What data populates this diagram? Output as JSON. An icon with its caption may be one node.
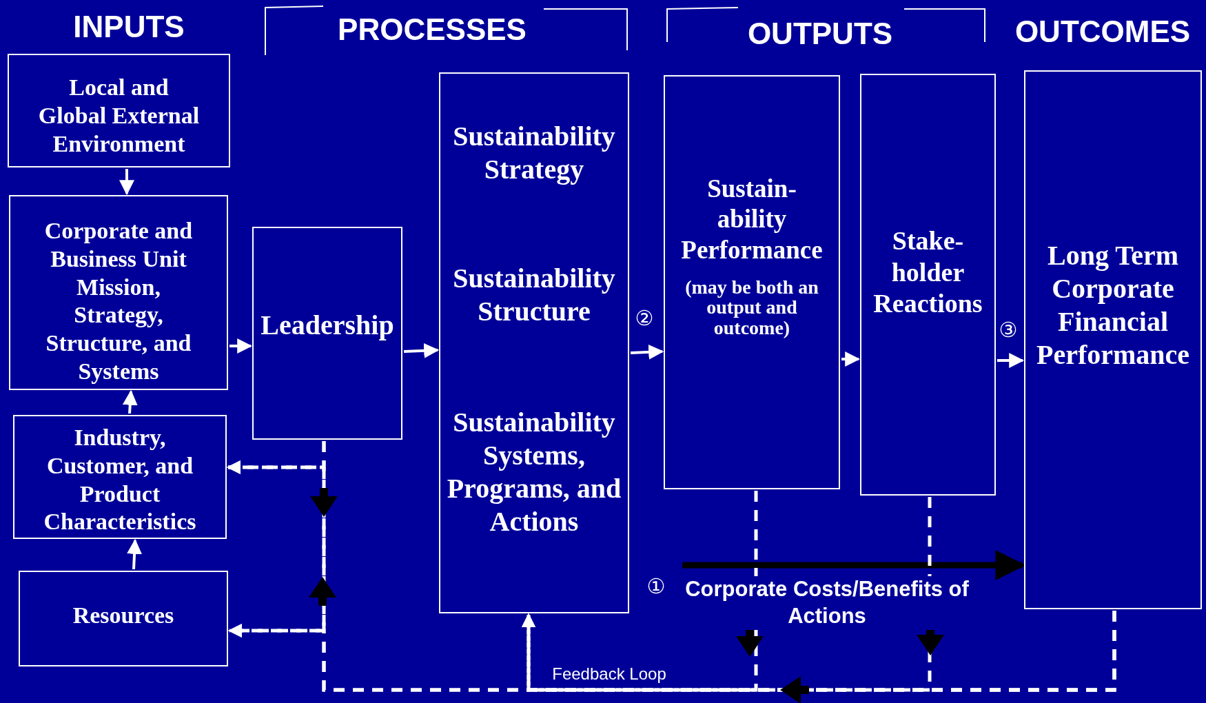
{
  "diagram": {
    "nodes": [
      {
        "text": [
          "Local and Global External Environment"
        ]
      },
      {
        "text": [
          "Corporate and Business Unit Mission, Strategy, Structure, and Systems"
        ]
      },
      {
        "text": [
          "Industry, Customer, and Product Characteristics"
        ]
      },
      {
        "text": [
          "Resources"
        ]
      },
      {
        "text": [
          "Leadership"
        ]
      },
      {
        "text": [
          "Sustainability Strategy",
          "Sustainability Structure",
          "Sustainability Systems, Programs, and Actions"
        ]
      },
      {
        "text": [
          "Sustain- ability Performance",
          "(may be both an output and outcome)"
        ]
      },
      {
        "text": [
          "Stake- holder Reactions"
        ]
      },
      {
        "text": [
          "Long Term Corporate Financial Performance"
        ]
      }
    ],
    "edges": [
      {
        "from": 0,
        "to": 1,
        "arrow": "to"
      },
      {
        "from": 2,
        "to": 1,
        "arrow": "to"
      },
      {
        "from": 3,
        "to": 2,
        "arrow": "to"
      },
      {
        "from": 1,
        "to": 4,
        "arrow": "to"
      },
      {
        "from": 4,
        "to": 5,
        "arrow": "to"
      },
      {
        "from": 5,
        "to": 6,
        "arrow": "to"
      },
      {
        "from": 6,
        "to": 7,
        "arrow": "to"
      },
      {
        "from": 7,
        "to": 8,
        "arrow": "to"
      },
      {
        "from": null,
        "to": 8,
        "arrow": "to",
        "label": "Corporate Costs/Benefits of Actions",
        "style": "thick",
        "color": "#000000"
      },
      {
        "from": 8,
        "to": 5,
        "arrow": "to",
        "style": "dashed"
      },
      {
        "from": 8,
        "to": 2,
        "arrow": "to",
        "style": "dashed"
      },
      {
        "from": 8,
        "to": 3,
        "arrow": "to",
        "style": "dashed"
      },
      {
        "from": 4,
        "to": 2,
        "arrow": "to",
        "style": "dashed"
      },
      {
        "from": 4,
        "to": 3,
        "arrow": "to",
        "style": "dashed"
      },
      {
        "from": 6,
        "to": 5,
        "arrow": "to",
        "style": "dashed"
      },
      {
        "from": 7,
        "to": 5,
        "arrow": "to",
        "style": "dashed"
      }
    ],
    "labels": [
      "INPUTS",
      "PROCESSES",
      "OUTPUTS",
      "OUTCOMES",
      "②",
      "③",
      "①",
      "Feedback Loop"
    ]
  }
}
